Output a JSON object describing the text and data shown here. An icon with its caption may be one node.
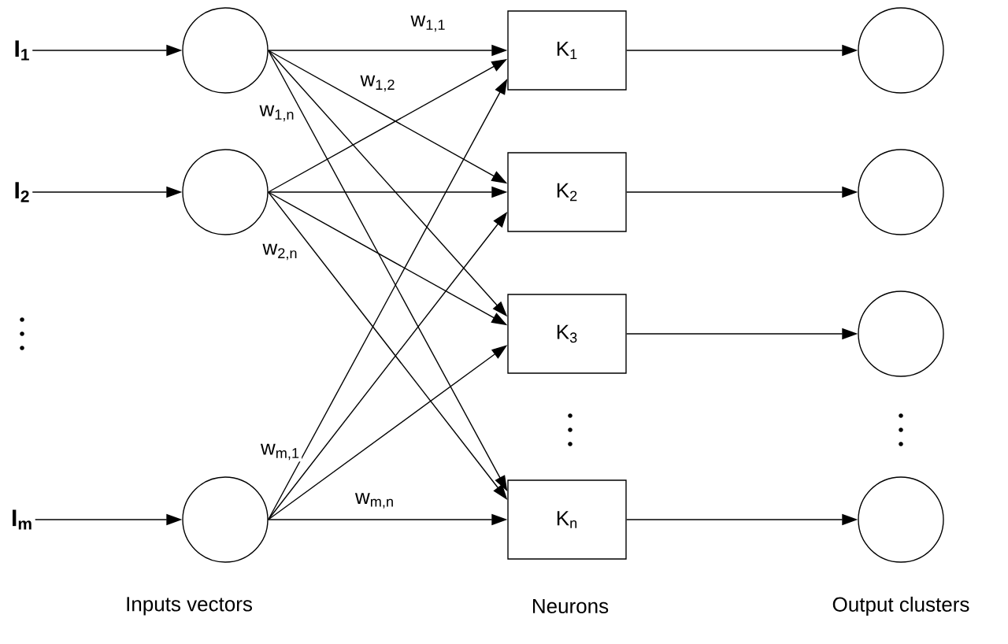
{
  "diagram": {
    "nodes": [
      {
        "text": [
          "I$_{1}$"
        ]
      },
      {
        "text": [
          "I$_{2}$"
        ]
      },
      {
        "text": [
          "I$_{m}$"
        ]
      },
      {
        "text": [],
        "shape": "circle"
      },
      {
        "text": [],
        "shape": "circle"
      },
      {
        "text": [],
        "shape": "circle"
      },
      {
        "text": [
          "K$_{1}$"
        ]
      },
      {
        "text": [
          "K$_{2}$"
        ]
      },
      {
        "text": [
          "K$_{3}$"
        ]
      },
      {
        "text": [
          "K$_{n}$"
        ]
      },
      {
        "text": [],
        "shape": "circle"
      },
      {
        "text": [],
        "shape": "circle"
      },
      {
        "text": [],
        "shape": "circle"
      },
      {
        "text": [],
        "shape": "circle"
      }
    ],
    "edges": [
      {
        "from": 0,
        "to": 3,
        "arrow": "to"
      },
      {
        "from": 1,
        "to": 4,
        "arrow": "to"
      },
      {
        "from": 2,
        "to": 5,
        "arrow": "to"
      },
      {
        "from": 3,
        "to": 6,
        "arrow": "to",
        "label": "w$_{1,1}$"
      },
      {
        "from": 3,
        "to": 7,
        "arrow": "to",
        "label": "w$_{1,2}$"
      },
      {
        "from": 3,
        "to": 8,
        "arrow": "to"
      },
      {
        "from": 3,
        "to": 9,
        "arrow": "to",
        "label": "w$_{1,n}$"
      },
      {
        "from": 4,
        "to": 6,
        "arrow": "to"
      },
      {
        "from": 4,
        "to": 7,
        "arrow": "to"
      },
      {
        "from": 4,
        "to": 8,
        "arrow": "to"
      },
      {
        "from": 4,
        "to": 9,
        "arrow": "to",
        "label": "w$_{2,n}$"
      },
      {
        "from": 5,
        "to": 6,
        "arrow": "to",
        "label": "w$_{m,1}$"
      },
      {
        "from": 5,
        "to": 7,
        "arrow": "to"
      },
      {
        "from": 5,
        "to": 8,
        "arrow": "to"
      },
      {
        "from": 5,
        "to": 9,
        "arrow": "to",
        "label": "w$_{m,n}$"
      },
      {
        "from": 6,
        "to": 10,
        "arrow": "to"
      },
      {
        "from": 7,
        "to": 11,
        "arrow": "to"
      },
      {
        "from": 8,
        "to": 12,
        "arrow": "to"
      },
      {
        "from": 9,
        "to": 13,
        "arrow": "to"
      }
    ],
    "labels": [
      "Inputs vectors",
      "Neurons",
      "Output clusters"
    ]
  }
}
